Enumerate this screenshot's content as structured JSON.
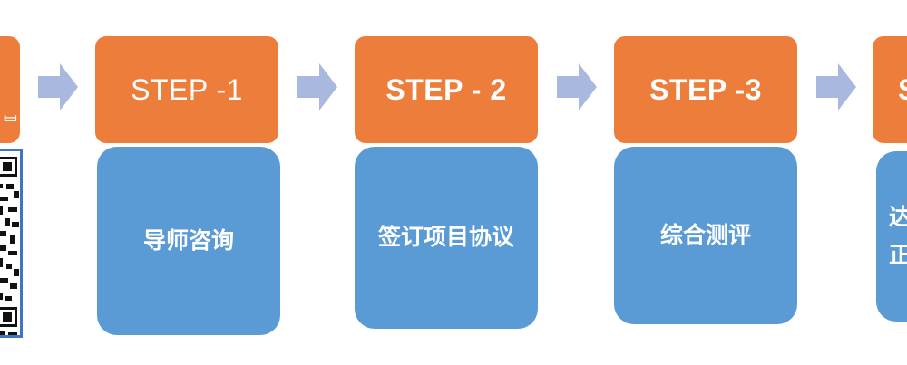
{
  "colors": {
    "header": "#ED7D3A",
    "body": "#5B9BD5",
    "arrow": "#A9B8DE",
    "qr_border": "#3F74C6"
  },
  "steps": [
    {
      "header": "STEP -1",
      "text": "导师咨询"
    },
    {
      "header": "STEP - 2",
      "text": "签订项目协议"
    },
    {
      "header": "STEP -3",
      "text": "综合测评"
    }
  ],
  "partial_right": {
    "header": "S",
    "text_line1": "达",
    "text_line2": "正"
  },
  "partial_left": {
    "header_glyph": "ᆸ"
  }
}
